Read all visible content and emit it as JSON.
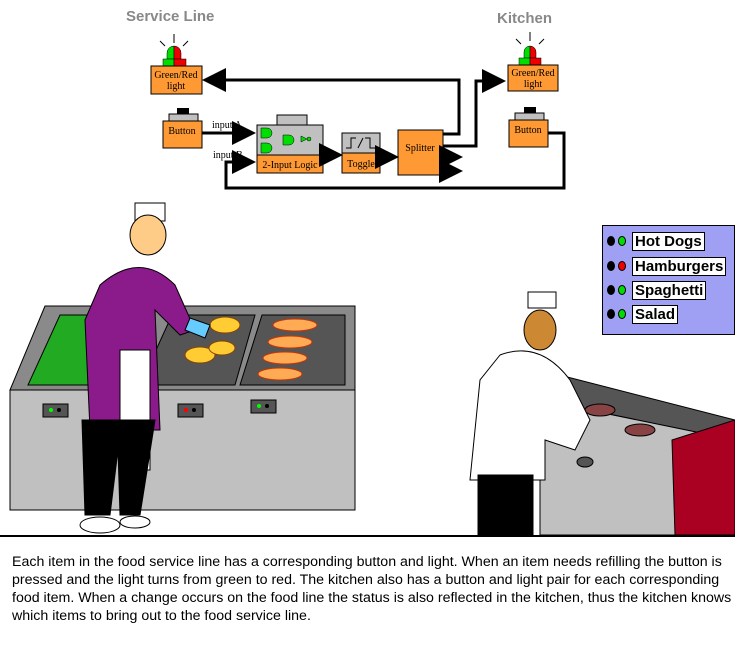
{
  "diagram": {
    "service_line_title": "Service Line",
    "kitchen_title": "Kitchen",
    "service_light_label_1": "Green/Red",
    "service_light_label_2": "light",
    "kitchen_light_label_1": "Green/Red",
    "kitchen_light_label_2": "light",
    "service_button_label": "Button",
    "kitchen_button_label": "Button",
    "input_a": "input A",
    "input_b": "input B",
    "logic_label": "2-Input Logic",
    "toggle_label": "Toggle",
    "splitter_label": "Splitter"
  },
  "legend": {
    "items": [
      {
        "label": "Hot Dogs",
        "status": "green",
        "color": "#00dd00"
      },
      {
        "label": "Hamburgers",
        "status": "red",
        "color": "#ee0000"
      },
      {
        "label": "Spaghetti",
        "status": "green",
        "color": "#00dd00"
      },
      {
        "label": "Salad",
        "status": "green",
        "color": "#00dd00"
      }
    ]
  },
  "description": "Each item in the food service line has a corresponding button and light. When an item needs refilling the button is pressed and the light turns from green to red. The kitchen also has a button and light pair for each corresponding food item. When a change occurs on the food line the status is also reflected in the kitchen, thus the kitchen knows which items to bring out to the food service line.",
  "colors": {
    "box": "#ff9933",
    "panel": "#9f9ff3",
    "counter": "#c0c0c0"
  }
}
